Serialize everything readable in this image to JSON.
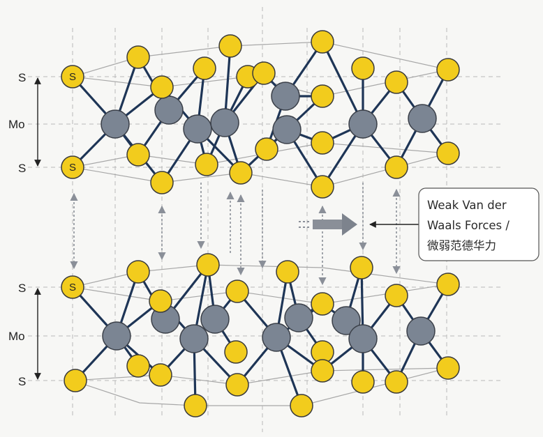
{
  "layers": {
    "top": {
      "label_s_upper": "S",
      "label_mo": "Mo",
      "label_s_lower": "S",
      "atom_s_upper": "S",
      "atom_s_lower": "S"
    },
    "bottom": {
      "label_s_upper": "S",
      "label_mo": "Mo",
      "label_s_lower": "S",
      "atom_s_upper": "S"
    }
  },
  "callout": {
    "line1": "Weak Van der",
    "line2": "Waals Forces /",
    "line3": "微弱范德华力"
  },
  "colors": {
    "sulfur": "#f2cc1d",
    "sulfur_stroke": "#3a3a3a",
    "molybdenum": "#7b8593",
    "bond": "#1e3556",
    "grid": "#bdbdbd",
    "arrow": "#8a8f98",
    "background": "#f7f7f5"
  }
}
